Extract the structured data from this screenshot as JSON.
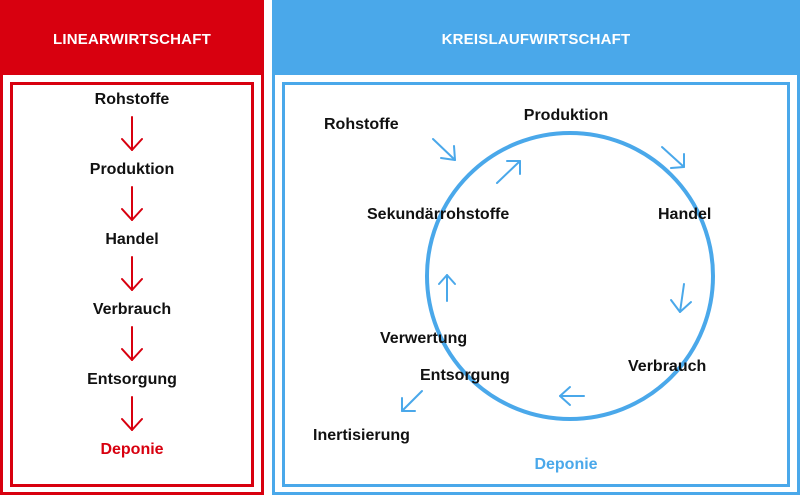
{
  "linear": {
    "title": "LINEARWIRTSCHAFT",
    "steps": [
      "Rohstoffe",
      "Produktion",
      "Handel",
      "Verbrauch",
      "Entsorgung"
    ],
    "final": "Deponie",
    "accent": "#d8000f"
  },
  "circular": {
    "title": "KREISLAUFWIRTSCHAFT",
    "raw": "Rohstoffe",
    "production": "Produktion",
    "trade": "Handel",
    "consumption": "Verbrauch",
    "disposal": "Entsorgung",
    "recycling": "Verwertung",
    "secondary": "Sekundärrohstoffe",
    "inert": "Inertisierung",
    "final": "Deponie",
    "accent": "#4aa8ea"
  }
}
